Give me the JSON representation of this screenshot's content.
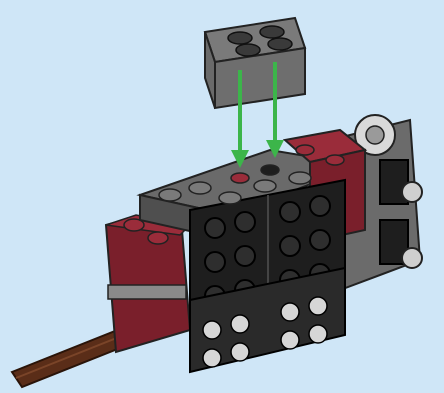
{
  "scene": {
    "background_color": "#cfe6f7",
    "description_role": "instruction-step",
    "parts": {
      "new_part": {
        "name": "bracket-1x2-2x2",
        "color": "#6e6e6e"
      },
      "arrows": {
        "count": 2,
        "color": "#3cb54a"
      },
      "model_colors": {
        "dark_red": "#7a1f2b",
        "dark_gray": "#5a5a5a",
        "black": "#1e1e1e",
        "light_gray": "#8a8a8a",
        "brown": "#5a2d18"
      }
    }
  }
}
